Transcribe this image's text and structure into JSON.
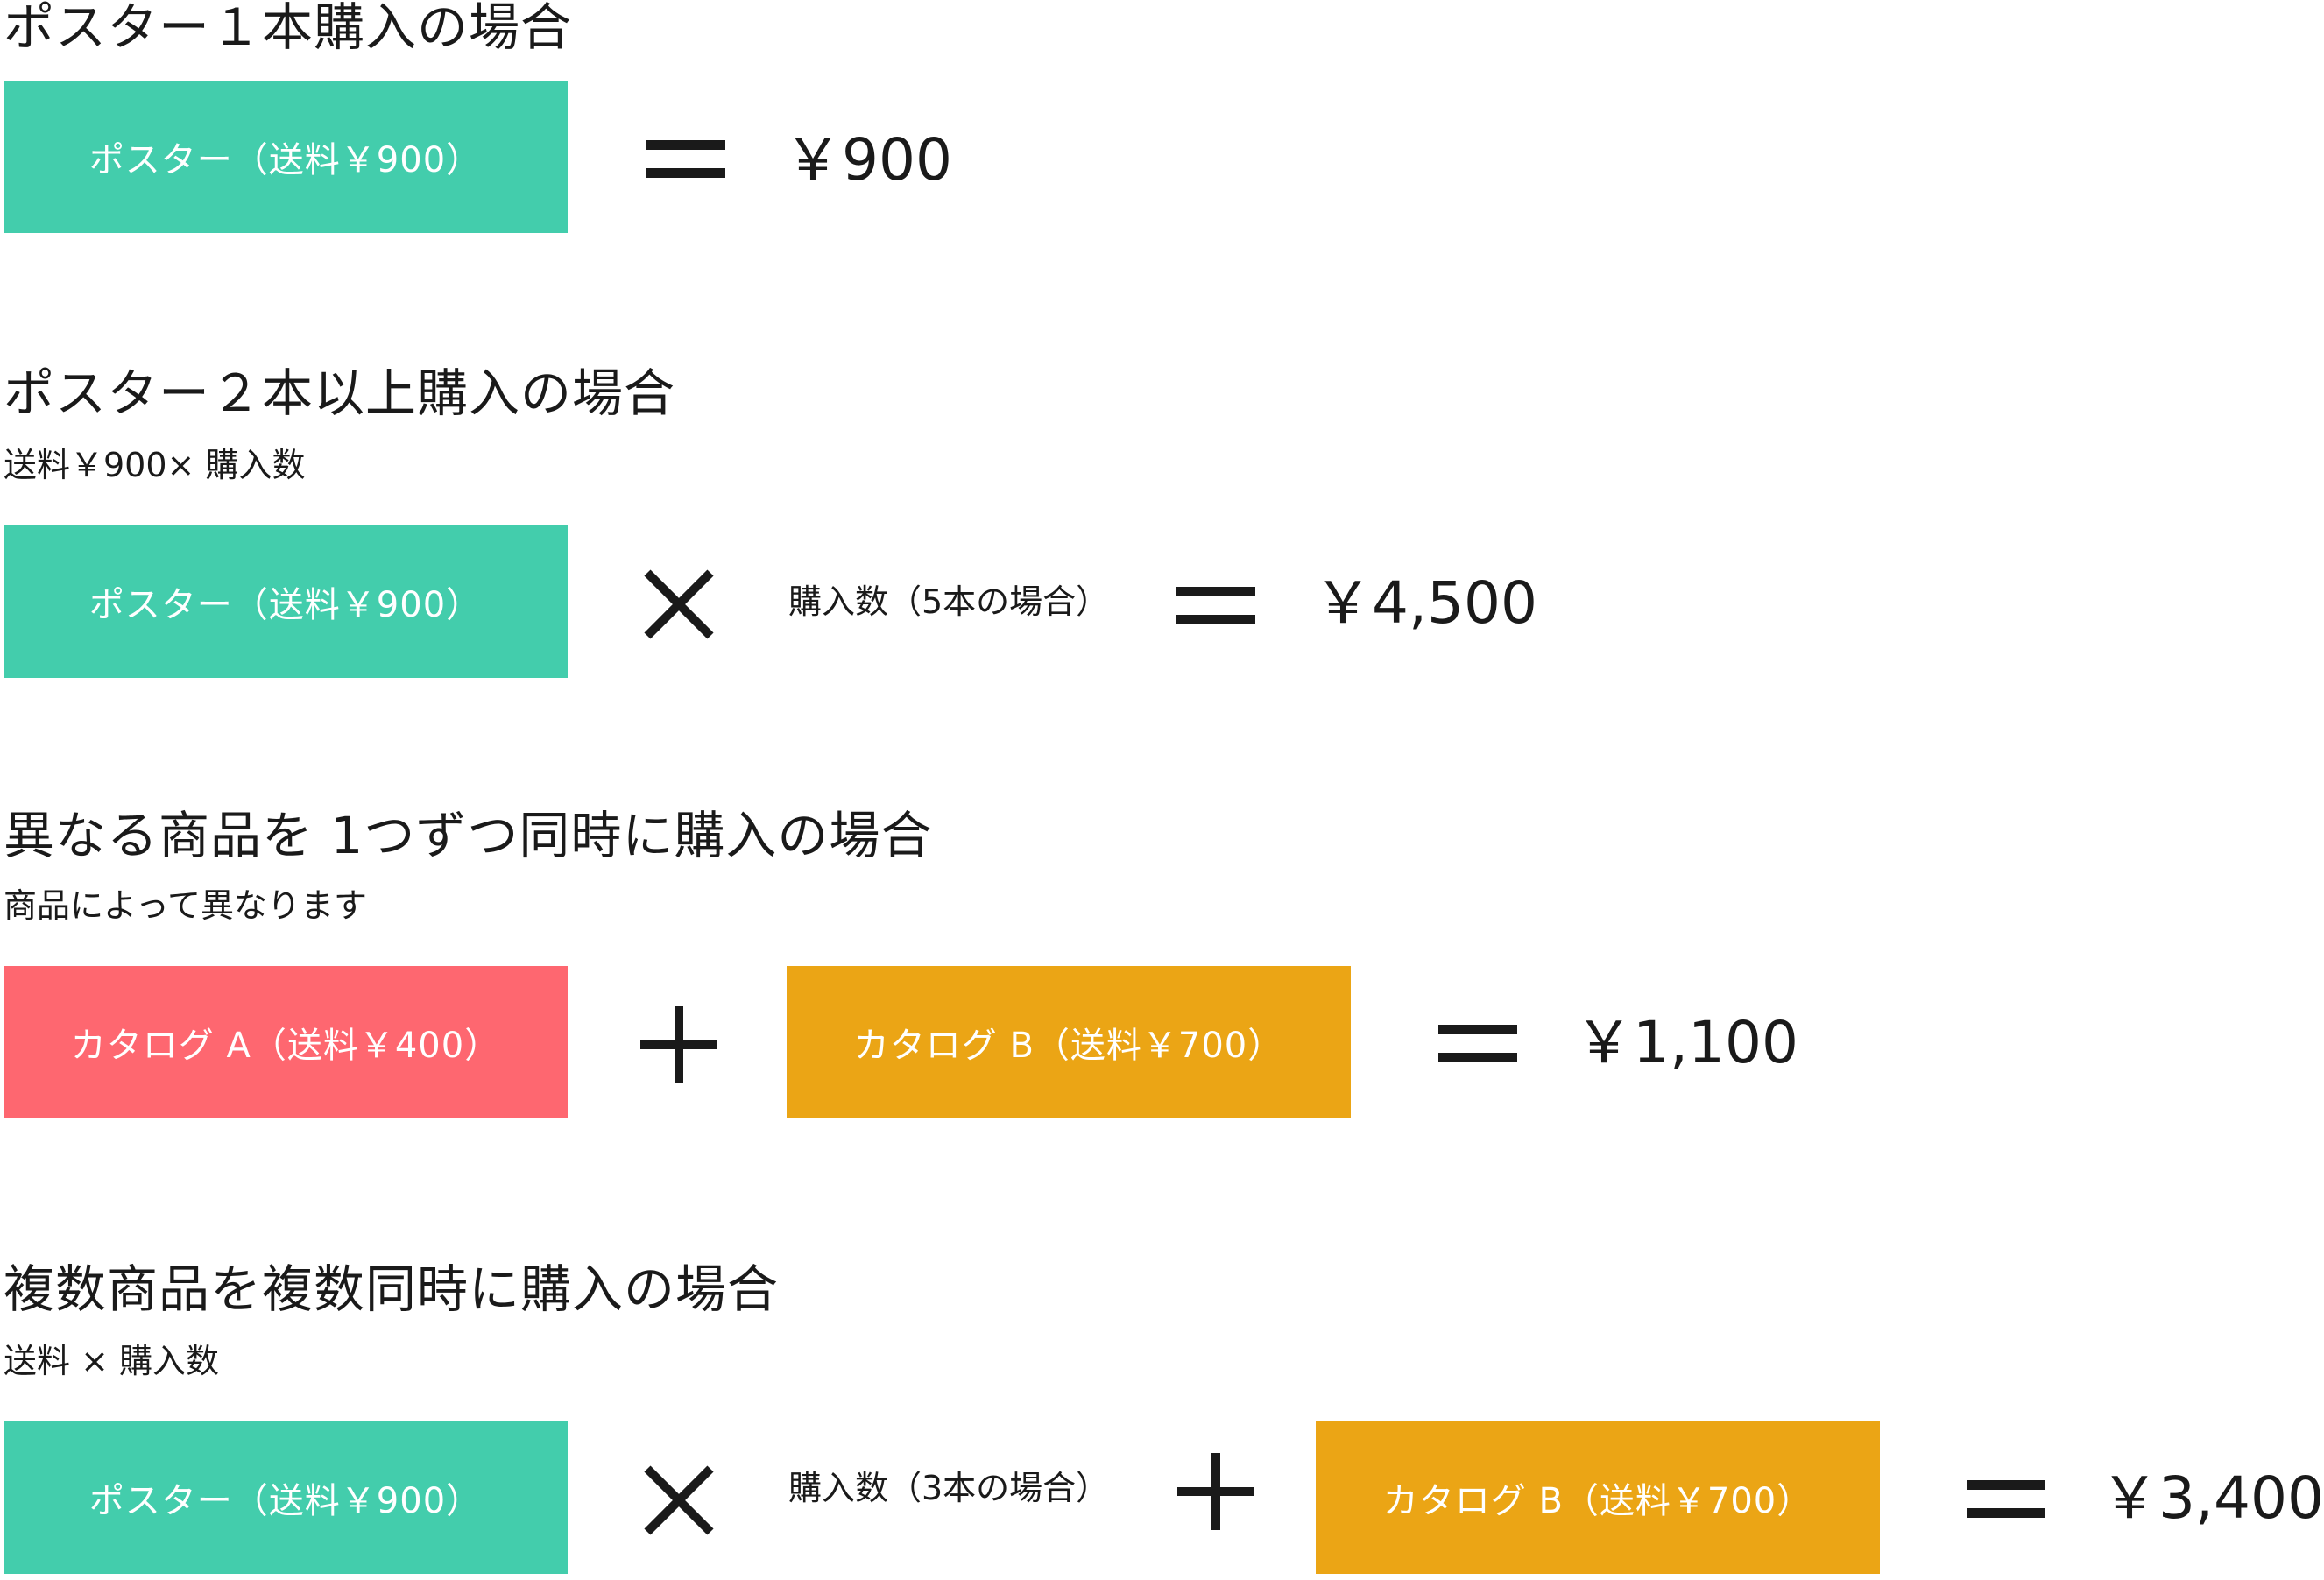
{
  "sections": [
    {
      "title": "ポスター１本購入の場合",
      "boxes": [
        {
          "label": "ポスター（送料￥900）",
          "color": "#43cdac"
        }
      ],
      "result": "￥900"
    },
    {
      "title": "ポスター２本以上購入の場合",
      "subtitle": "送料￥900× 購入数",
      "boxes": [
        {
          "label": "ポスター（送料￥900）",
          "color": "#43cdac"
        }
      ],
      "quantity_label": "購入数（5本の場合）",
      "result": "￥4,500"
    },
    {
      "title": "異なる商品を 1つずつ同時に購入の場合",
      "subtitle": "商品によって異なります",
      "boxes": [
        {
          "label": "カタログ A（送料￥400）",
          "color": "#fe6770"
        },
        {
          "label": "カタログ B（送料￥700）",
          "color": "#eba515"
        }
      ],
      "result": "￥1,100"
    },
    {
      "title": "複数商品を複数同時に購入の場合",
      "subtitle": "送料 × 購入数",
      "boxes": [
        {
          "label": "ポスター（送料￥900）",
          "color": "#43cdac"
        },
        {
          "label": "カタログ B（送料￥700）",
          "color": "#eba515"
        }
      ],
      "quantity_label": "購入数（3本の場合）",
      "result": "￥3,400"
    }
  ],
  "icons": {
    "equals": "equals-icon",
    "multiply": "multiply-icon",
    "plus": "plus-icon"
  }
}
